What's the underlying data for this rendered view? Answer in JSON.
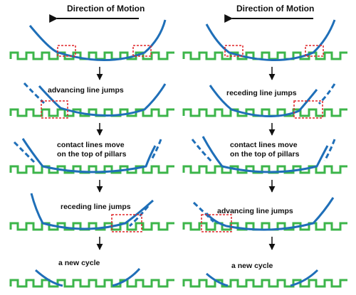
{
  "left_column": {
    "title": "Direction of Motion",
    "captions": [
      "advancing line jumps",
      "contact lines move",
      "on the top of pillars",
      "receding line jumps",
      "a new cycle"
    ]
  },
  "right_column": {
    "title": "Direction of Motion",
    "captions": [
      "receding line jumps",
      "contact lines move",
      "on the top of pillars",
      "advancing line jumps",
      "a new cycle"
    ]
  },
  "colors": {
    "substrate": "#3cb54a",
    "droplet": "#1f6fb8",
    "highlight": "#e0262a",
    "arrow": "#111111"
  },
  "icons": [
    "arrow-left-icon",
    "arrow-down-icon"
  ]
}
